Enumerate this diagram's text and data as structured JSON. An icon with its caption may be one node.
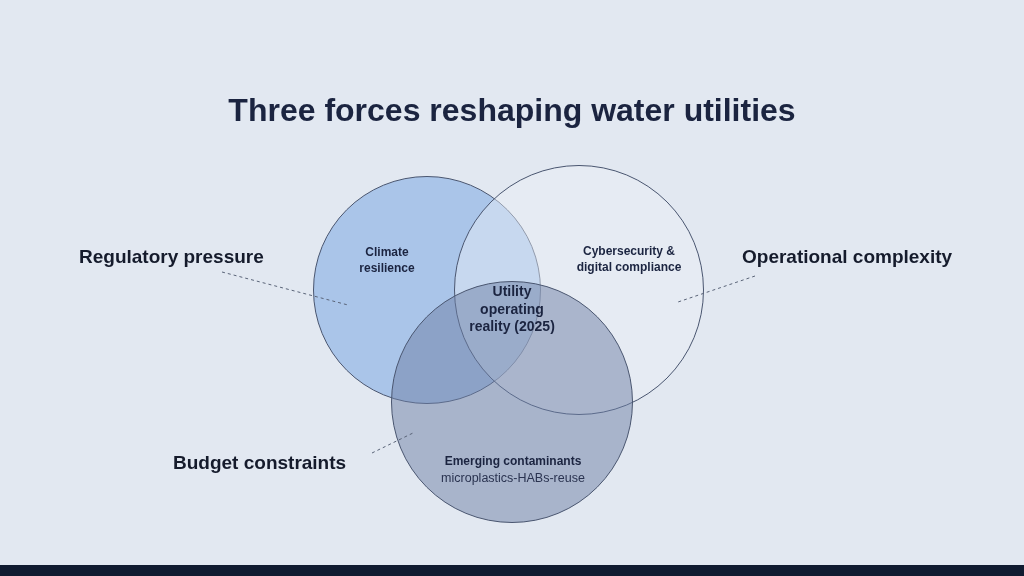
{
  "diagram": {
    "title": "Three forces reshaping water utilities",
    "nodes": [
      {
        "text": [
          "Climate resilience"
        ]
      },
      {
        "text": [
          "Cybersecurity & digital compliance"
        ]
      },
      {
        "text": [
          "Emerging contaminants",
          "microplastics-HABs-reuse"
        ]
      },
      {
        "text": [
          "Regulatory pressure"
        ]
      },
      {
        "text": [
          "Operational complexity"
        ]
      },
      {
        "text": [
          "Budget constraints"
        ]
      }
    ],
    "edges": [
      {
        "from": 3,
        "to": 0,
        "arrow": "none",
        "style": "dashed"
      },
      {
        "from": 4,
        "to": 1,
        "arrow": "none",
        "style": "dashed"
      },
      {
        "from": 5,
        "to": 2,
        "arrow": "none",
        "style": "dashed"
      }
    ],
    "labels": [
      "Utility operating reality (2025)"
    ]
  }
}
